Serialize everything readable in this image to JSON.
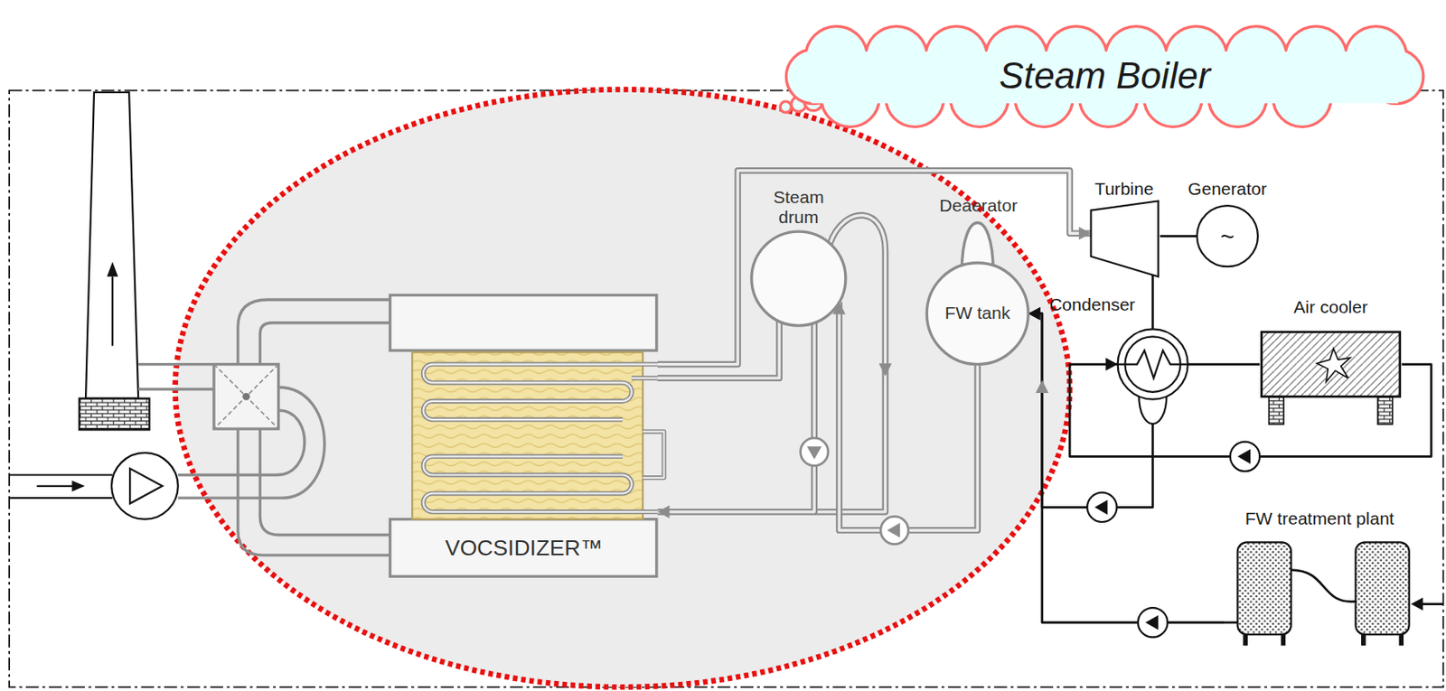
{
  "diagram": {
    "nodes": [
      {
        "text": [
          "Steam Boiler"
        ]
      },
      {
        "text": [
          "VOCSIDIZER™"
        ]
      },
      {
        "text": [
          "Steam drum"
        ]
      },
      {
        "text": [
          "FW tank"
        ]
      },
      {
        "text": [
          "Turbine"
        ]
      },
      {
        "text": [
          "Generator",
          "~"
        ]
      },
      {
        "text": [
          "Condenser"
        ]
      },
      {
        "text": [
          "Air cooler"
        ]
      },
      {
        "text": [
          "FW treatment plant"
        ]
      }
    ],
    "edges": [
      {
        "from": 1,
        "to": 4,
        "arrow": "to"
      },
      {
        "from": 1,
        "to": 2,
        "arrow": "none"
      },
      {
        "from": 2,
        "to": 1,
        "arrow": "to"
      },
      {
        "from": 3,
        "to": 2,
        "arrow": "to"
      },
      {
        "from": 4,
        "to": 5,
        "arrow": "none"
      },
      {
        "from": 4,
        "to": 6,
        "arrow": "none"
      },
      {
        "from": 6,
        "to": 3,
        "arrow": "to"
      },
      {
        "from": 6,
        "to": 7,
        "arrow": "none"
      },
      {
        "from": 7,
        "to": 6,
        "arrow": "to"
      },
      {
        "from": 8,
        "to": 3,
        "arrow": "to"
      }
    ],
    "labels": [
      "Deaerator"
    ]
  }
}
